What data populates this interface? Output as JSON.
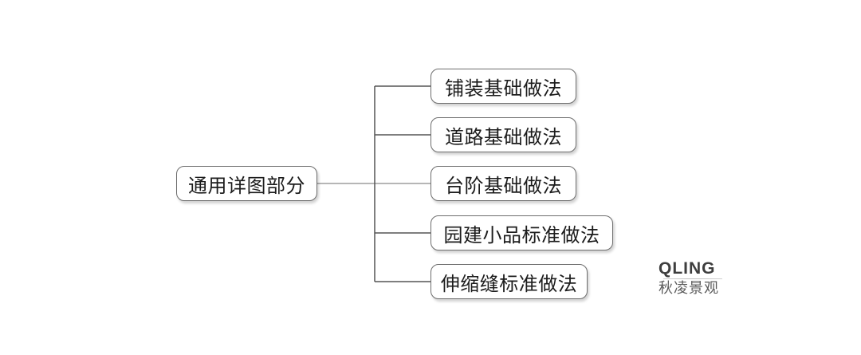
{
  "diagram": {
    "root": {
      "label": "通用详图部分"
    },
    "children": [
      {
        "label": "铺装基础做法"
      },
      {
        "label": "道路基础做法"
      },
      {
        "label": "台阶基础做法"
      },
      {
        "label": "园建小品标准做法"
      },
      {
        "label": "伸缩缝标准做法"
      }
    ],
    "colors": {
      "line": "#555555",
      "node_border": "#6e6e6e",
      "text": "#1c1c1c"
    }
  },
  "brand": {
    "logo_text": "QLING",
    "chinese_name": "秋凌景观"
  }
}
